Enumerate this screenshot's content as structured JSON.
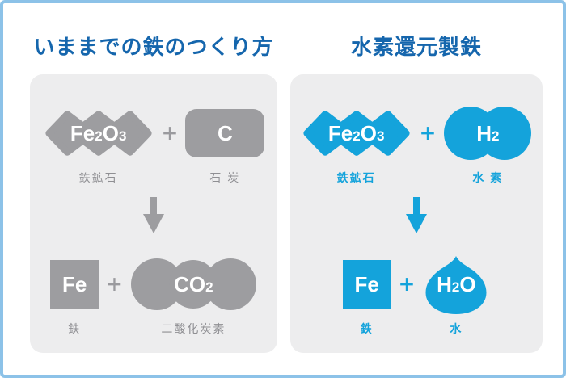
{
  "colors": {
    "frame_border": "#8cc2e8",
    "panel_background": "#ededee",
    "title_blue": "#1566ad",
    "shape_gray": "#9d9da0",
    "label_gray": "#8f8f93",
    "shape_blue": "#14a3db",
    "formula_text": "#ffffff"
  },
  "left": {
    "title": "いままでの鉄のつくり方",
    "ore": {
      "p1": "Fe",
      "s1": "2",
      "p2": "O",
      "s2": "3",
      "label": "鉄鉱石"
    },
    "plus1": "+",
    "coal": {
      "symbol": "C",
      "label": "石 炭"
    },
    "iron": {
      "symbol": "Fe",
      "label": "鉄"
    },
    "plus2": "+",
    "co2": {
      "p1": "CO",
      "s1": "2",
      "label": "二酸化炭素"
    }
  },
  "right": {
    "title": "水素還元製鉄",
    "ore": {
      "p1": "Fe",
      "s1": "2",
      "p2": "O",
      "s2": "3",
      "label": "鉄鉱石"
    },
    "plus1": "+",
    "hydrogen": {
      "p1": "H",
      "s1": "2",
      "label": "水 素"
    },
    "iron": {
      "symbol": "Fe",
      "label": "鉄"
    },
    "plus2": "+",
    "water": {
      "p1": "H",
      "s1": "2",
      "p2": "O",
      "label": "水"
    }
  }
}
